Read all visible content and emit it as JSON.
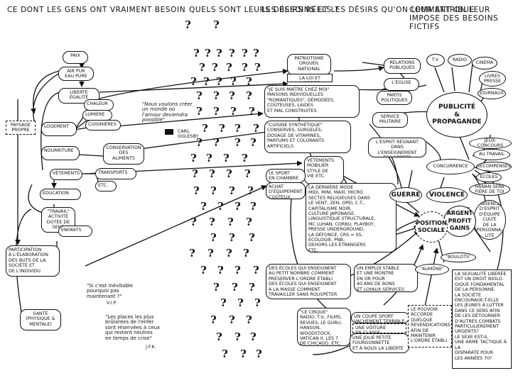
{
  "headers": {
    "col1": "CE DONT LES GENS\nONT VRAIMENT\nBESOIN",
    "col2": "QUELS SONT\nLEURS DÉSIRS\nRÉELS ?",
    "col3": "LES BESOINS\nET LES DÉSIRS\nQU'ON LEUR ATTRIBUE",
    "col4": "COMMENT\nON LEUR IMPOSE\nDES BESOINS FICTIFS"
  },
  "left_nodes": {
    "paix": "PAIX",
    "air": "AIR PUR\nEAU PURE",
    "liberte": "LIBERTÉ\nÉGALITÉ",
    "paysage": "PAYSAGE\nPROPRE",
    "logement": "LOGEMENT",
    "chaleur": "CHALEUR",
    "lumiere": "LUMIÈRE",
    "cuisinieres": "CUISINIÈRES",
    "nourriture": "NOURRITURE",
    "conservation": "CONSERVATION\nDES\nALIMENTS",
    "vetements": "VÊTEMENTS",
    "transports": "TRANSPORTS",
    "etc": "ETC.",
    "education": "ÉDUCATION",
    "travail": "\"TRAVAIL\"\nACTIVITÉ\nDOTÉE DE\nSENS",
    "enfants": "ENFANTS",
    "participation": "PARTICIPATION\nÀ L'ÉLABORATION\nDES BUTS DE LA\nSOCIÉTÉ ET\nDE L'INDIVIDU",
    "sante": "SANTÉ\n(PHYSIQUE &\nMENTALE)"
  },
  "quotes": {
    "oglesby": "\"Nous voulons créer\nun monde où\nl'amour deviendra\npossible\"",
    "oglesby_author": "CARL\nOGLESBY",
    "inevitable": "\"Si c'est inévitable\npourquoi pas\nmaintenant ?\"",
    "inevitable_author": "V.I.P.",
    "enfer": "\"Les places les plus\nbrûlantes de l'enfer\nsont réservées à ceux\nqui restent neutres\nen temps de crise\"",
    "enfer_author": "J.F.K."
  },
  "middle_nodes": {
    "patriotisme": "PATRIOTISME\nORGUEIL\nNATIONAL",
    "loi": "LA LOI ET L'ORDRE",
    "maison": "\"JE SUIS MAÎTRE CHEZ MOI\"\nMAISONS INDIVIDUELLES\n\"ROMANTIQUES\", DÉMODÉES,\nCOÛTEUSES, LAIDES\nET MAL CONSTRUITES",
    "cuisine": "\"CUISINE SYNTHÉTIQUE\"\nCONSERVES, SURGELÉS,\nDOSAGE DE VITAMINES,\nPARFUMS ET COLORANTS\nARTIFICIELS",
    "vetements_mobilier": "VÊTEMENTS\nMOBILIER\nSTYLE DE\nVIE ETC.",
    "sport": "LE SPORT\nEN CHAMBRE",
    "achat": "ACHAT\nD'ÉQUIPEMENT\nCOÛTEUX",
    "mode": "LA DERNIÈRE MODE\nMIDI, MINI, MAXI, MICRO\nSECTES RELIGIEUSES DANS\nLE VENT, ZEN, OPEL C.T.,\nCAPITALISME NOIR,\nCULTURE JAPONAISE,\nLINGUISTIQUE STRUCTURALE,\nMc LUHAN, CORBU, PLAYBOY,\nPRESSE UNDERGROUND,\nLA DÉFONCE, CRS = SS,\nÉCOLOGIE, PNB,\nDEHORS LES ÉTRANGERS\nETC.",
    "ecoles": "DES ÉCOLES QUI ENSEIGNENT\nAU PETIT NOMBRE COMMENT\nPRÉSERVER L'ORDRE ÉTABLI\nDES ÉCOLES QUI ENSEIGNENT\nÀ LA MASSE COMMENT\nTRAVAILLER SANS ROUSPÉTER",
    "emploi": "UN EMPLOI STABLE\nET UNE MONTRE\nEN OR POUR\n40 ANS DE BONS\nET LOYAUX SERVICES",
    "cirque": "\"LE CIRQUE\"\nRADIO, T.V., FILMS,\nREVUES, LE GURU,\nHANSON, WOODSTOCK,\nVATICAN II, LES 7\nDE CHICAGO, ETC.",
    "coupe_sport": "UN COUPÉ SPORT\nVACHEMENT TERRIBLE",
    "voiture": "UNE VOITURE\nDE CLASSE",
    "jolie": "UNE JOLIE PETITE\nFOURGONNETTE\nET À NOUS LA LIBERTÉ"
  },
  "right_nodes": {
    "relations": "RELATIONS\nPUBLIQUES",
    "eglise": "L'ÉGLISE",
    "partis": "PARTIS\nPOLITIQUES",
    "service": "SERVICE\nMILITAIRE",
    "esprit": "L'ESPRIT RÉGNANT\nDANS L'ENSEIGNEMENT\nDES SPORTS",
    "tv": "T.V.",
    "radio": "RADIO",
    "cinema": "CINÉMA",
    "livres": "LIVRES\nPRESSE",
    "journaux": "JOURNAUX",
    "publicite": "PUBLICITÉ\n&\nPROPAGANDE",
    "jeux": "JEUX-CONCOURS",
    "au_travail": "AU TRAVAIL",
    "concurrence": "CONCURRENCE",
    "recompenses": "RÉCOMPENSES",
    "ecoles_small": "ÉCOLES",
    "hanan": "HANAN SERA\nFIÈRE DE TOI",
    "absence": "ABSENCE\nD'ESPRIT\nD'ÉQUIPE\nCULTE\nDE LA\nPERSONNA-\nLITÉ",
    "guerre": "GUERRE",
    "violence": "VIOLENCE",
    "argent": "ARGENT\nPROFIT\nGAINS",
    "position": "POSITION\nSOCIALE",
    "boulots": "\"BOULOTS\"",
    "aumone": "\"AUMÔNE\"",
    "pouvoir": "LE POUVOIR\nACCORDE\nQUELQUE\nREVENDICATIONS\nAFIN DE\nMAINTENIR\nL'ORDRE ÉTABLI",
    "sexualite": "LA SEXUALITÉ LIBÉRÉE\nEST UN DROIT BIOLO-\nGIQUE FONDAMENTAL\nDE LA PERSONNE.\nLA SOCIÉTÉ\nENCOURAGE-T-ELLE\nLES JEUNES À LUTTER\nDANS CE SENS AFIN\nDE LES DÉTOURNER\nD'AUTRES COMBATS\nPARTICULIÈREMENT\nURGENTS?\nLE SEXE EST-IL\nUNE ARME TACTIQUE À LA\nDISPARATE POUR\nLES ANNÉES 70?"
  }
}
